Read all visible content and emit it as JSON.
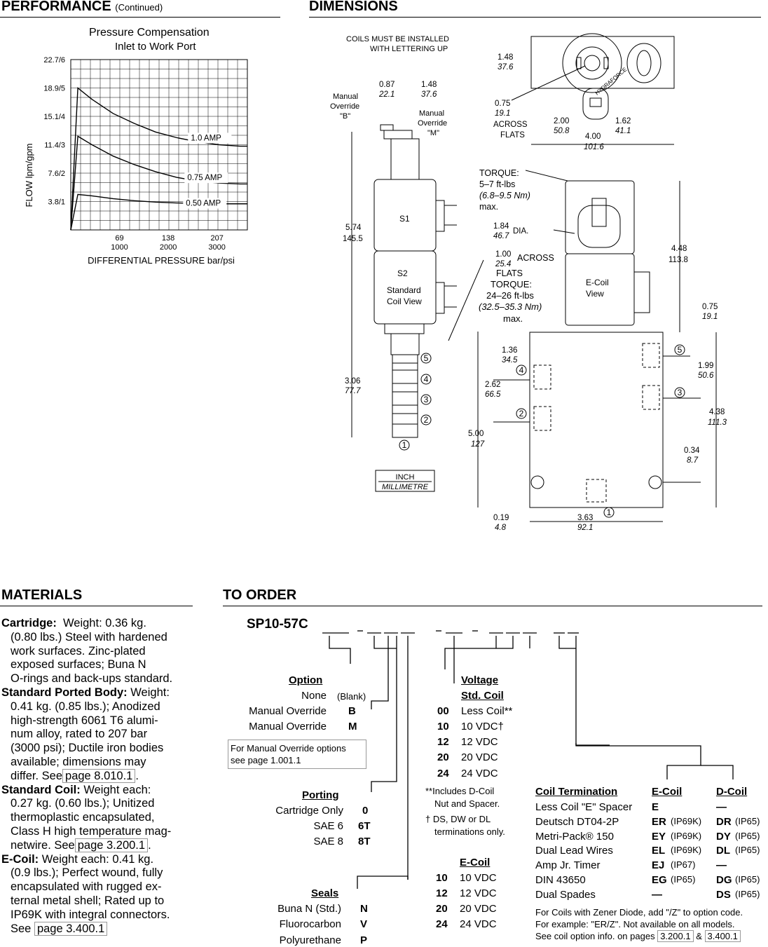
{
  "performance": {
    "title": "PERFORMANCE",
    "continued": "(Continued)",
    "chart_title": "Pressure Compensation",
    "chart_subtitle": "Inlet to Work Port",
    "ylabel": "FLOW lpm/gpm",
    "xlabel": "DIFFERENTIAL PRESSURE  bar/psi",
    "y_ticks": [
      "22.7/6",
      "18.9/5",
      "15.1/4",
      "11.4/3",
      "7.6/2",
      "3.8/1"
    ],
    "x_ticks_bar": [
      "69",
      "138",
      "207"
    ],
    "x_ticks_psi": [
      "1000",
      "2000",
      "3000"
    ]
  },
  "chart_data": {
    "type": "line",
    "title": "Pressure Compensation",
    "subtitle": "Inlet to Work Port",
    "xlabel": "DIFFERENTIAL PRESSURE  bar/psi",
    "ylabel": "FLOW lpm/gpm",
    "xlim": [
      0,
      250
    ],
    "ylim": [
      0,
      6
    ],
    "grid": true,
    "series": [
      {
        "name": "1.0 AMP",
        "x": [
          0,
          10,
          30,
          60,
          90,
          120,
          150,
          180,
          210,
          240,
          250
        ],
        "y": [
          0,
          5.0,
          4.6,
          4.1,
          3.75,
          3.45,
          3.25,
          3.1,
          3.0,
          2.95,
          2.95
        ]
      },
      {
        "name": "0.75 AMP",
        "x": [
          0,
          10,
          30,
          60,
          90,
          120,
          150,
          180,
          210,
          240,
          250
        ],
        "y": [
          0,
          3.3,
          3.0,
          2.6,
          2.3,
          2.05,
          1.85,
          1.72,
          1.65,
          1.62,
          1.62
        ]
      },
      {
        "name": "0.50 AMP",
        "x": [
          0,
          10,
          30,
          60,
          90,
          120,
          150,
          180,
          210,
          240,
          250
        ],
        "y": [
          0,
          1.25,
          1.2,
          1.1,
          1.03,
          0.98,
          0.95,
          0.93,
          0.92,
          0.92,
          0.92
        ]
      }
    ]
  },
  "dimensions": {
    "title": "DIMENSIONS",
    "coils_note_1": "COILS MUST BE INSTALLED",
    "coils_note_2": "WITH LETTERING UP",
    "manual_override_b_1": "Manual",
    "manual_override_b_2": "Override",
    "manual_override_b_3": "\"B\"",
    "manual_override_m_1": "Manual",
    "manual_override_m_2": "Override",
    "manual_override_m_3": "\"M\"",
    "d_087": "0.87",
    "d_221": "22.1",
    "d_148a": "1.48",
    "d_376a": "37.6",
    "d_148b": "1.48",
    "d_376b": "37.6",
    "d_075a": "0.75",
    "d_191a": "19.1",
    "across_flats_1": "ACROSS",
    "across_flats_2": "FLATS",
    "d_200": "2.00",
    "d_508": "50.8",
    "d_162": "1.62",
    "d_411": "41.1",
    "d_400": "4.00",
    "d_1016": "101.6",
    "hydraforce": "HYDRAFORCE",
    "torque1_1": "TORQUE:",
    "torque1_2": "5–7 ft-lbs",
    "torque1_3": "(6.8–9.5 Nm)",
    "torque1_4": "max.",
    "d_184": "1.84",
    "d_467": "46.7",
    "dia": "DIA.",
    "d_574": "5.74",
    "d_1455": "145.5",
    "s1": "S1",
    "s2": "S2",
    "std_coil_1": "Standard",
    "std_coil_2": "Coil View",
    "d_100": "1.00",
    "d_254": "25.4",
    "across2": "ACROSS",
    "flats2": "FLATS",
    "torque2_1": "TORQUE:",
    "torque2_2": "24–26 ft-lbs",
    "torque2_3": "(32.5–35.3 Nm)",
    "torque2_4": "max.",
    "ecoil_view_1": "E-Coil",
    "ecoil_view_2": "View",
    "d_448": "4.48",
    "d_1138": "113.8",
    "d_075b": "0.75",
    "d_191b": "19.1",
    "d_136": "1.36",
    "d_345": "34.5",
    "d_262": "2.62",
    "d_665": "66.5",
    "d_199": "1.99",
    "d_506": "50.6",
    "d_438": "4.38",
    "d_1113": "111.3",
    "d_306": "3.06",
    "d_777": "77.7",
    "d_500": "5.00",
    "d_127": "127",
    "d_034": "0.34",
    "d_87": "8.7",
    "d_019": "0.19",
    "d_48": "4.8",
    "d_363": "3.63",
    "d_921": "92.1",
    "inch": "INCH",
    "millimetre": "MILLIMETRE",
    "port_labels": [
      "1",
      "2",
      "3",
      "4",
      "5"
    ]
  },
  "materials": {
    "title": "MATERIALS",
    "cartridge_label": "Cartridge:",
    "cartridge_text": "Weight: 0.36 kg.",
    "cartridge_lines": [
      "(0.80 lbs.) Steel with hardened",
      "work surfaces. Zinc-plated",
      "exposed surfaces; Buna N",
      "O-rings and back-ups standard."
    ],
    "body_label": "Standard Ported Body:",
    "body_text": "Weight:",
    "body_lines": [
      "0.41 kg. (0.85 lbs.); Anodized",
      "high-strength 6061 T6 alumi-",
      "num alloy, rated to 207 bar",
      "(3000 psi); Ductile iron bodies",
      "available; dimensions may"
    ],
    "body_see": "differ. See",
    "body_page": "page 8.010.1",
    "coil_label": "Standard Coil:",
    "coil_text": "Weight each:",
    "coil_lines": [
      "0.27 kg. (0.60 lbs.); Unitized",
      "thermoplastic encapsulated,",
      "Class H high temperature mag-"
    ],
    "coil_see": "netwire. See",
    "coil_page": "page 3.200.1",
    "ecoil_label": "E-Coil:",
    "ecoil_text": "Weight each: 0.41 kg.",
    "ecoil_lines": [
      "(0.9 lbs.); Perfect wound, fully",
      "encapsulated with rugged ex-",
      "ternal metal shell; Rated up to",
      "IP69K with integral connectors."
    ],
    "ecoil_see": "See",
    "ecoil_page": "page 3.400.1"
  },
  "order": {
    "title": "TO ORDER",
    "model": "SP10-57C",
    "option_head": "Option",
    "option_rows": [
      {
        "label": "None",
        "code": "(Blank)"
      },
      {
        "label": "Manual Override",
        "code": "B"
      },
      {
        "label": "Manual Override",
        "code": "M"
      }
    ],
    "override_note_1": "For Manual Override options",
    "override_note_2": "see page 1.001.1",
    "porting_head": "Porting",
    "porting_rows": [
      {
        "label": "Cartridge Only",
        "code": "0"
      },
      {
        "label": "SAE 6",
        "code": "6T"
      },
      {
        "label": "SAE 8",
        "code": "8T"
      }
    ],
    "seals_head": "Seals",
    "seals_rows": [
      {
        "label": "Buna N (Std.)",
        "code": "N"
      },
      {
        "label": "Fluorocarbon",
        "code": "V"
      },
      {
        "label": "Polyurethane",
        "code": "P"
      }
    ],
    "voltage_head": "Voltage",
    "std_coil_head": "Std. Coil",
    "std_rows": [
      {
        "code": "00",
        "label": "Less Coil**"
      },
      {
        "code": "10",
        "label": "10 VDC†"
      },
      {
        "code": "12",
        "label": "12 VDC"
      },
      {
        "code": "20",
        "label": "20 VDC"
      },
      {
        "code": "24",
        "label": "24 VDC"
      }
    ],
    "note_dcoil_1": "**Includes D-Coil",
    "note_dcoil_2": "Nut and Spacer.",
    "note_dagger_1": "† DS, DW or DL",
    "note_dagger_2": "terminations only.",
    "ecoil_head": "E-Coil",
    "ecoil_rows": [
      {
        "code": "10",
        "label": "10 VDC"
      },
      {
        "code": "12",
        "label": "12 VDC"
      },
      {
        "code": "20",
        "label": "20 VDC"
      },
      {
        "code": "24",
        "label": "24 VDC"
      }
    ],
    "term_head": "Coil Termination",
    "term_ecoil_head": "E-Coil",
    "term_dcoil_head": "D-Coil",
    "term_rows": [
      {
        "label": "Less Coil \"E\" Spacer",
        "e": "E",
        "e_ip": "",
        "d": "—",
        "d_ip": ""
      },
      {
        "label": "Deutsch DT04-2P",
        "e": "ER",
        "e_ip": "(IP69K)",
        "d": "DR",
        "d_ip": "(IP65)"
      },
      {
        "label": "Metri-Pack® 150",
        "e": "EY",
        "e_ip": "(IP69K)",
        "d": "DY",
        "d_ip": "(IP65)"
      },
      {
        "label": "Dual Lead Wires",
        "e": "EL",
        "e_ip": "(IP69K)",
        "d": "DL",
        "d_ip": "(IP65)"
      },
      {
        "label": "Amp Jr. Timer",
        "e": "EJ",
        "e_ip": "(IP67)",
        "d": "—",
        "d_ip": ""
      },
      {
        "label": "DIN 43650",
        "e": "EG",
        "e_ip": "(IP65)",
        "d": "DG",
        "d_ip": "(IP65)"
      },
      {
        "label": "Dual Spades",
        "e": "—",
        "e_ip": "",
        "d": "DS",
        "d_ip": "(IP65)"
      }
    ],
    "zener_1": "For Coils with Zener Diode, add \"/Z\" to option code.",
    "zener_2": "For example: \"ER/Z\". Not available on all models.",
    "zener_3": "See coil option info. on pages",
    "zener_page1": "3.200.1",
    "zener_amp": "&",
    "zener_page2": "3.400.1"
  }
}
